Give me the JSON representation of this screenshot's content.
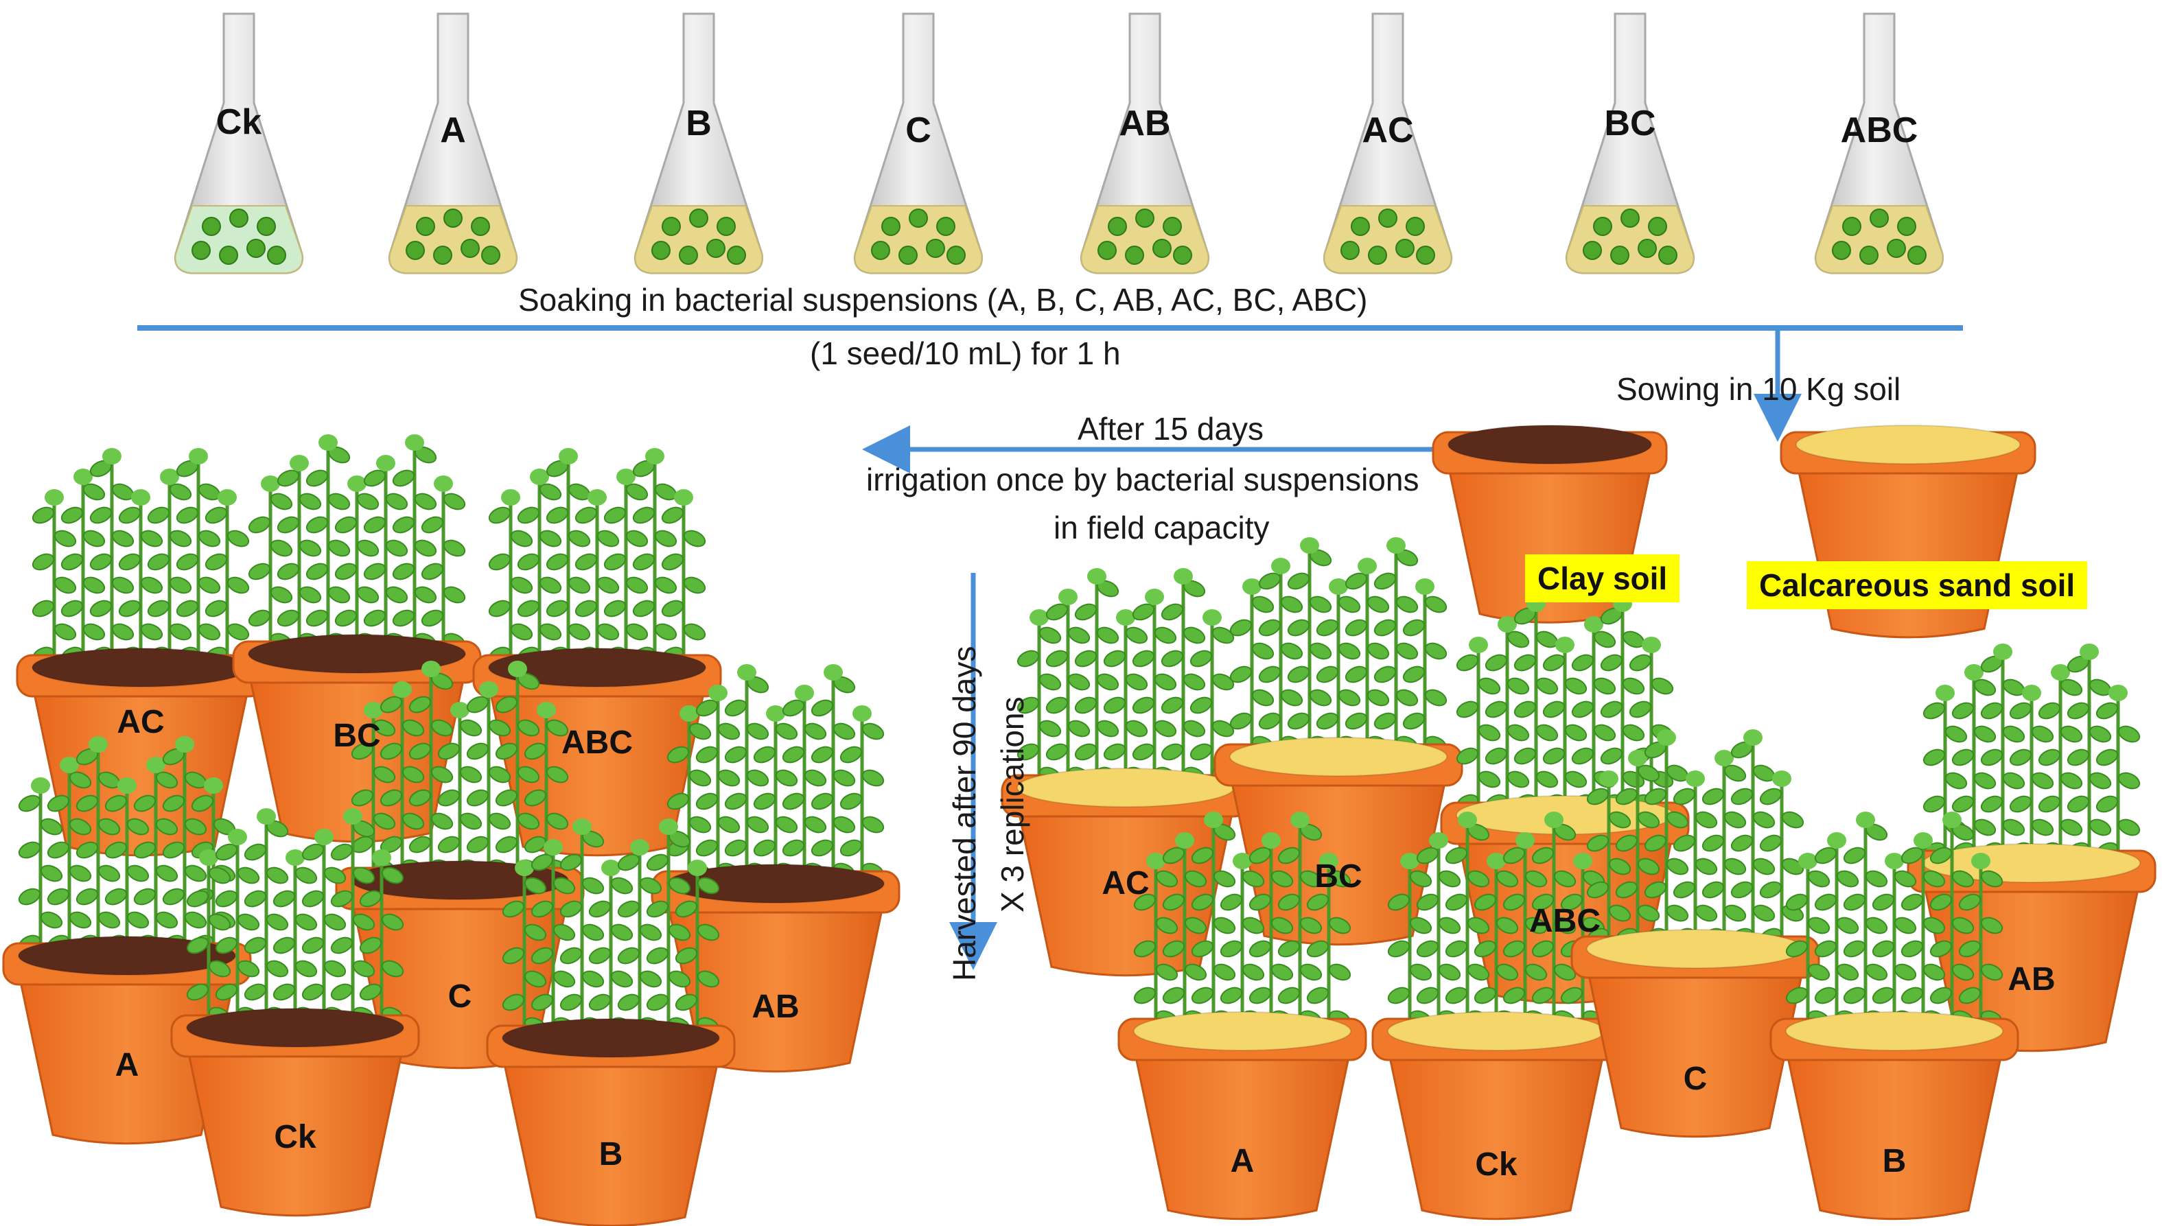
{
  "flasks": [
    {
      "label": "Ck",
      "liquid": "#cfeccd"
    },
    {
      "label": "A",
      "liquid": "#e8d88e"
    },
    {
      "label": "B",
      "liquid": "#e8d88e"
    },
    {
      "label": "C",
      "liquid": "#e8d88e"
    },
    {
      "label": "AB",
      "liquid": "#e8d88e"
    },
    {
      "label": "AC",
      "liquid": "#e8d88e"
    },
    {
      "label": "BC",
      "liquid": "#e8d88e"
    },
    {
      "label": "ABC",
      "liquid": "#e8d88e"
    }
  ],
  "text": {
    "soaking_line1": "Soaking in bacterial suspensions (A, B, C, AB, AC, BC, ABC)",
    "soaking_line2": "(1 seed/10 mL) for 1 h",
    "sowing": "Sowing in 10 Kg soil",
    "after_days": "After 15 days",
    "irrigation_line1": "irrigation once by bacterial suspensions",
    "irrigation_line2": "in field capacity",
    "harvest_line1": "Harvested after 90 days",
    "harvest_line2": "X 3 replications"
  },
  "soil_tags": {
    "clay": "Clay soil",
    "calcareous": "Calcareous sand soil"
  },
  "clay_pots": [
    "AC",
    "BC",
    "ABC",
    "A",
    "C",
    "AB",
    "Ck",
    "B"
  ],
  "sand_pots": [
    "AC",
    "BC",
    "ABC",
    "AB",
    "A",
    "Ck",
    "C",
    "B"
  ],
  "colors": {
    "arrow": "#4a90d9",
    "pot": "#f07a2a",
    "pot_dark": "#d9621a",
    "clay_soil": "#5a2a1a",
    "sand_soil": "#f4d66a",
    "plant": "#3fa33a",
    "highlight": "#ffff00"
  }
}
